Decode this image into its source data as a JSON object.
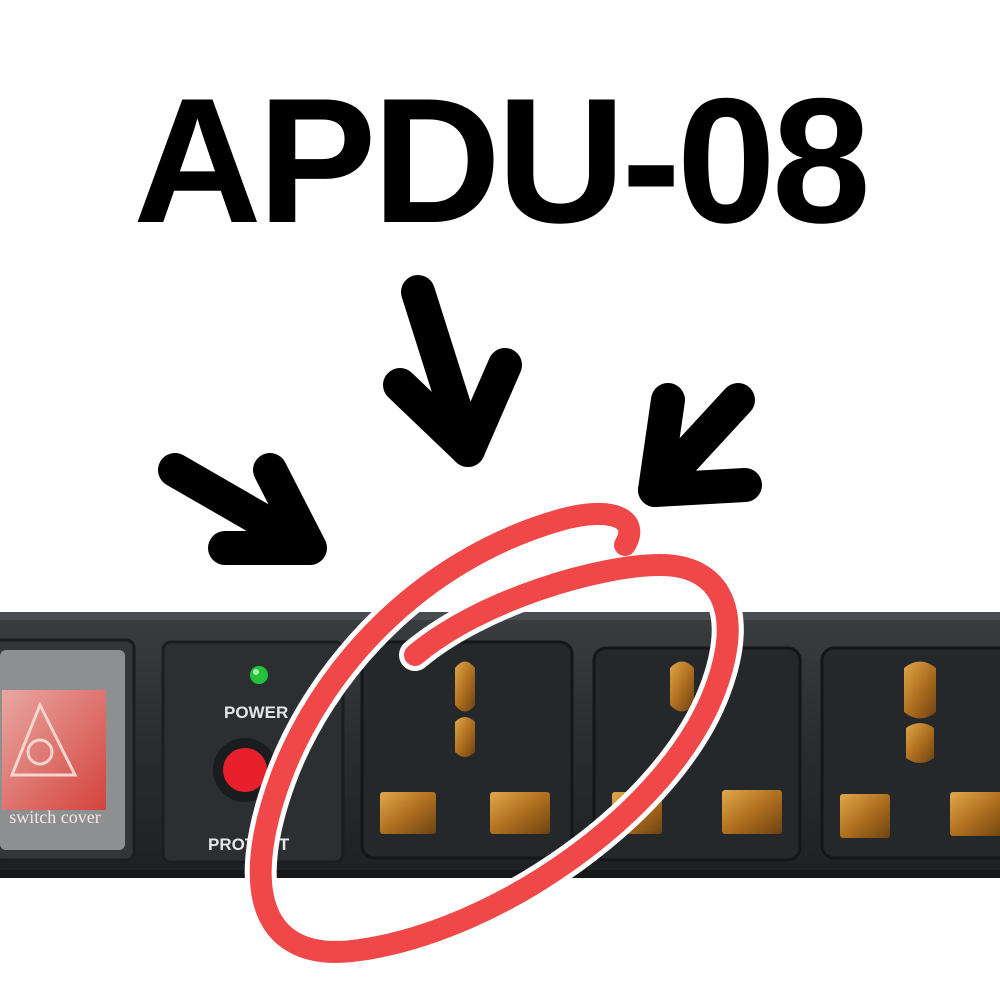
{
  "title": "APDU-08",
  "pdu": {
    "power_label": "POWER",
    "protect_label": "PROTECT",
    "cover_label": "switch cover"
  },
  "colors": {
    "highlight_circle": "#f04848",
    "pdu_body": "#2b2e31",
    "socket_face": "#25282b",
    "socket_contact": "#c88a2a",
    "power_led": "#22c33a",
    "protect_button": "#e8202c",
    "rocker_switch": "#cf2a27"
  },
  "icons": [
    "arrow-left-icon",
    "arrow-center-icon",
    "arrow-right-icon",
    "highlight-circle"
  ]
}
